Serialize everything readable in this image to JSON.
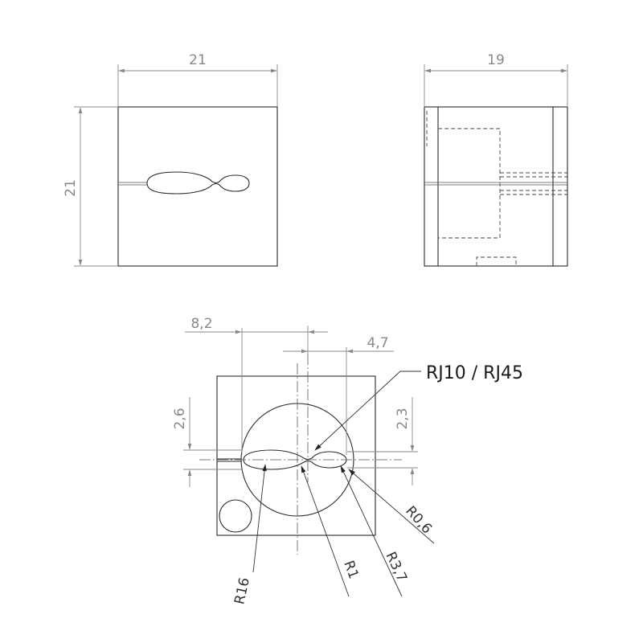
{
  "views": {
    "front": {
      "width_dim": "21",
      "height_dim": "21"
    },
    "side": {
      "width_dim": "19"
    },
    "section": {
      "dim_left": "8,2",
      "dim_right": "4,7",
      "dim_left_vertical": "2,6",
      "dim_right_vertical": "2,3",
      "connector_label": "RJ10 / RJ45",
      "radius_r16": "R16",
      "radius_r1": "R1",
      "radius_r37": "R3,7",
      "radius_r06": "R0,6"
    }
  }
}
